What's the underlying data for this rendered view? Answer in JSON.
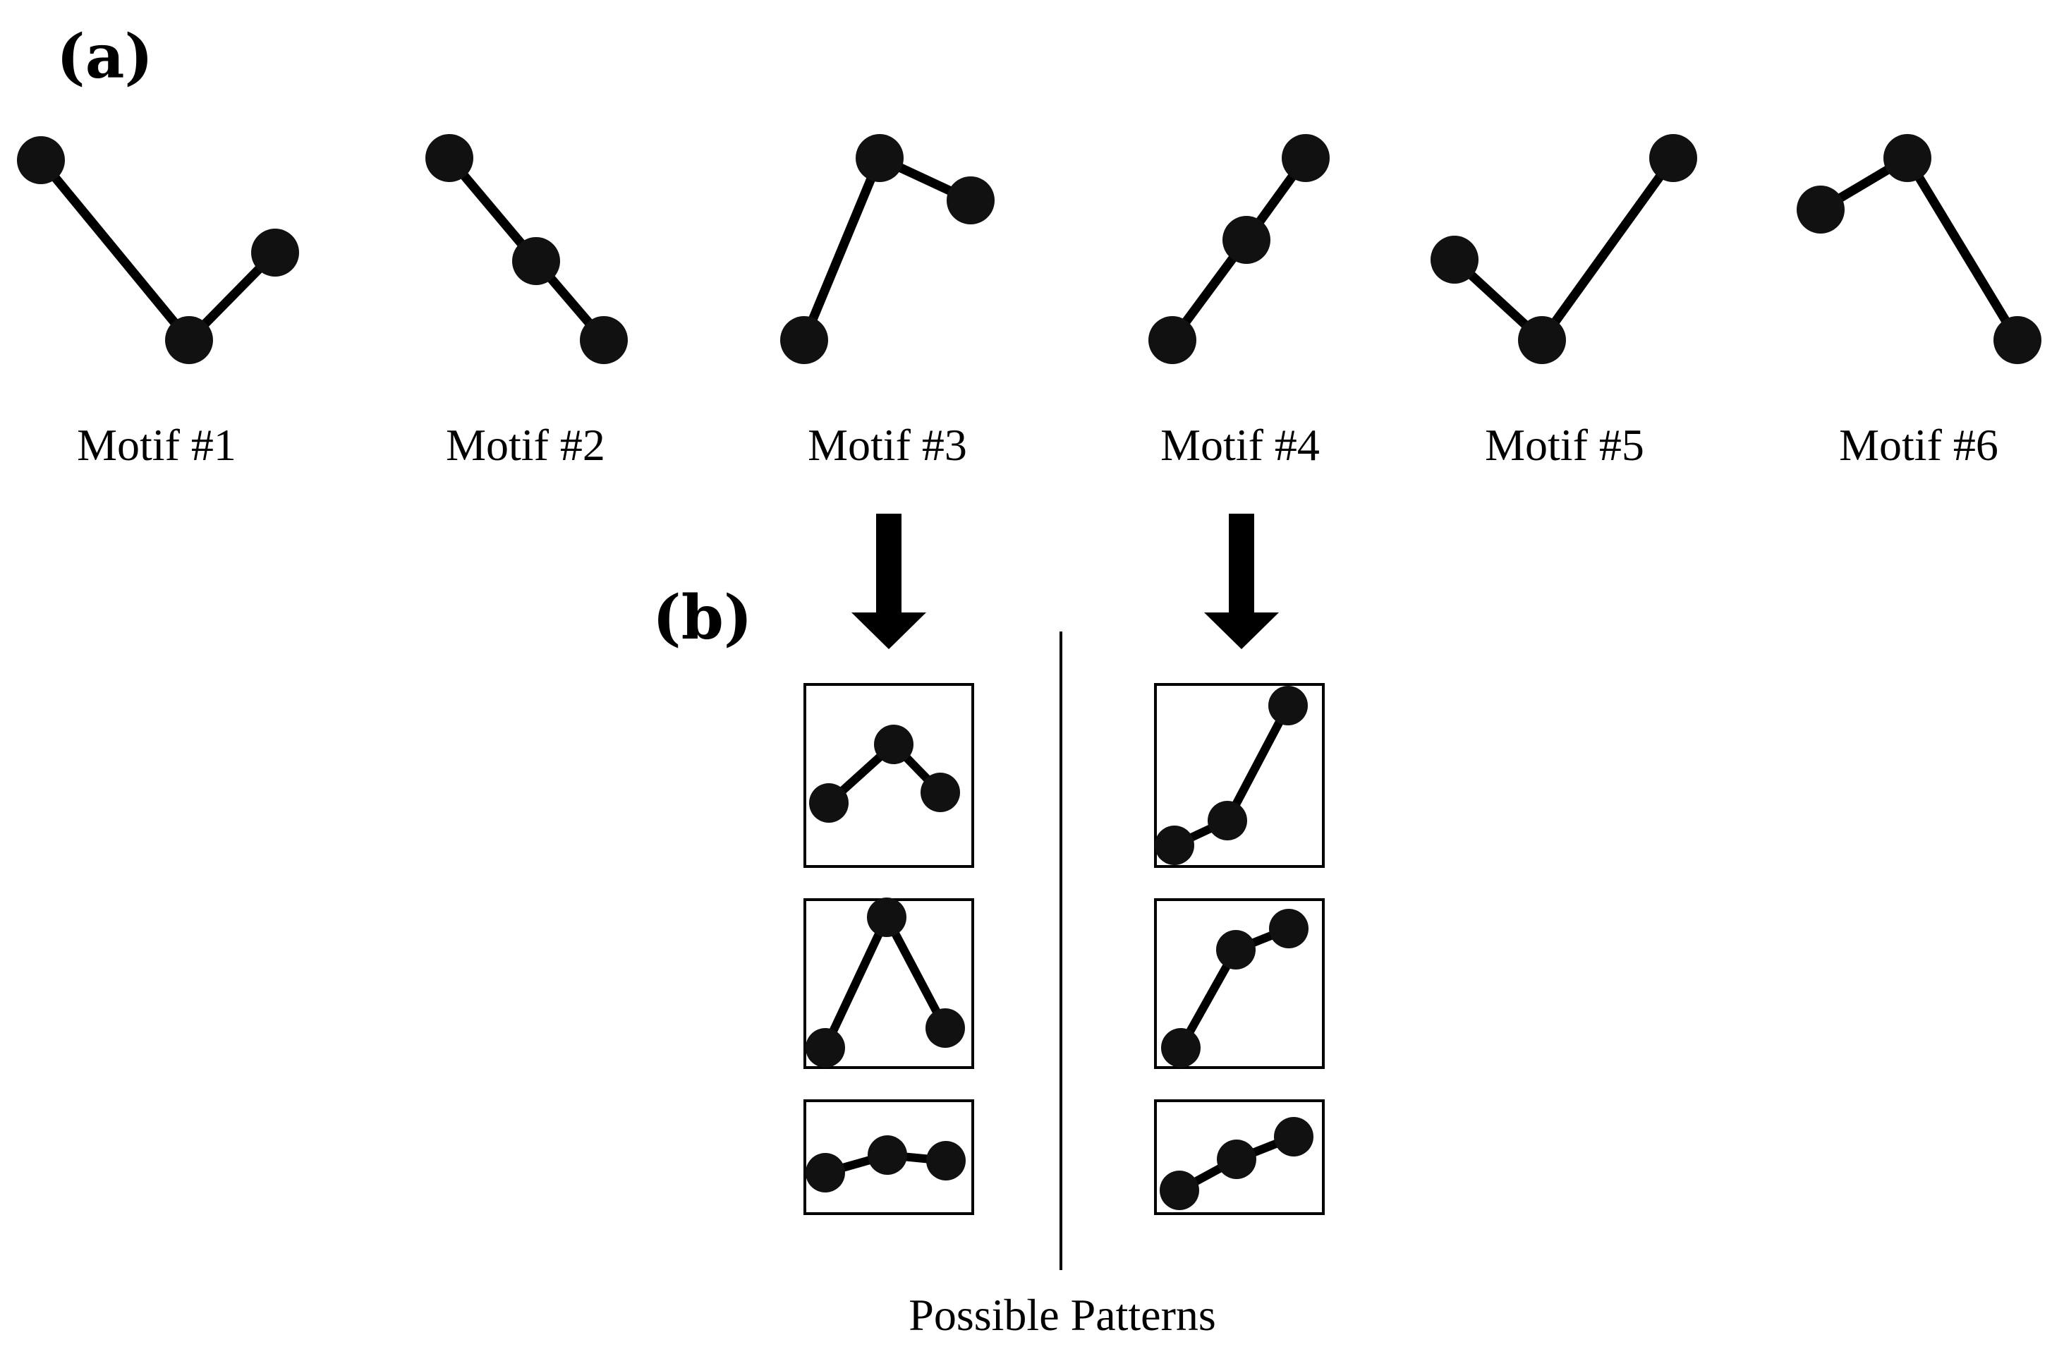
{
  "panel_labels": {
    "a": "(a)",
    "b": "(b)"
  },
  "motifs": [
    {
      "label": "Motif #1"
    },
    {
      "label": "Motif #2"
    },
    {
      "label": "Motif #3"
    },
    {
      "label": "Motif #4"
    },
    {
      "label": "Motif #5"
    },
    {
      "label": "Motif #6"
    }
  ],
  "patterns_caption": "Possible Patterns",
  "colors": {
    "ink": "#000000",
    "node": "#111111",
    "background": "#ffffff"
  }
}
